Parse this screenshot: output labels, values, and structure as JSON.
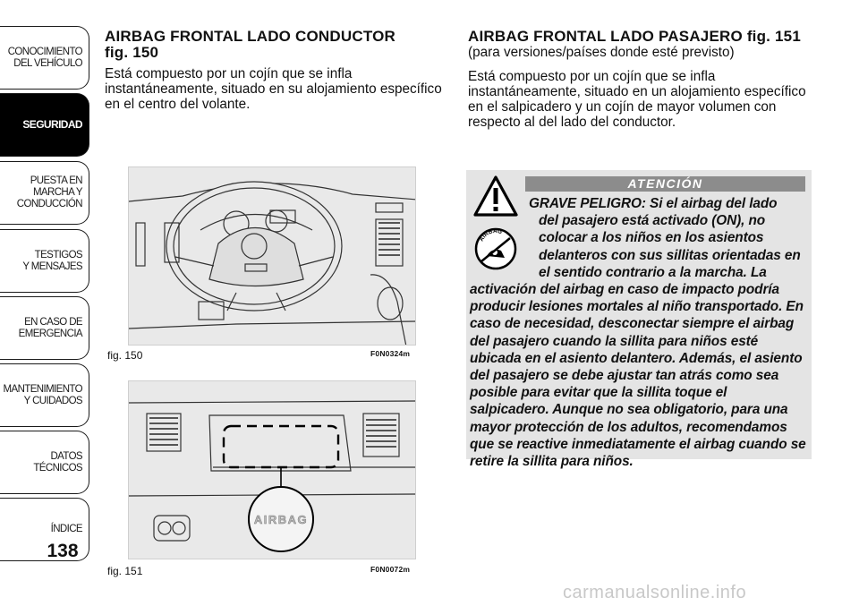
{
  "sidebar": {
    "tabs": [
      {
        "label": "CONOCIMIENTO\nDEL VEHÍCULO",
        "active": false
      },
      {
        "label": "SEGURIDAD",
        "active": true
      },
      {
        "label": "PUESTA EN\nMARCHA Y\nCONDUCCIÓN",
        "active": false
      },
      {
        "label": "TESTIGOS\nY MENSAJES",
        "active": false
      },
      {
        "label": "EN CASO DE\nEMERGENCIA",
        "active": false
      },
      {
        "label": "MANTENIMIENTO\nY CUIDADOS",
        "active": false
      },
      {
        "label": "DATOS\nTÉCNICOS",
        "active": false
      },
      {
        "label": "ÍNDICE",
        "active": false
      }
    ],
    "page_number": "138"
  },
  "left": {
    "heading_line1": "AIRBAG FRONTAL LADO CONDUCTOR",
    "heading_line2": "fig. 150",
    "body": "Está compuesto por un cojín que se infla instantáneamente, situado en su alojamiento específico en el centro del volante."
  },
  "right": {
    "heading_main": "AIRBAG FRONTAL LADO PASAJERO",
    "heading_ref": " fig. 151",
    "subtitle": "(para versiones/países donde esté previsto)",
    "body": "Está compuesto por un cojín que se infla instantáneamente, situado en un alojamiento específico en el salpicadero y un cojín de mayor volumen con respecto al del lado del conductor."
  },
  "figures": [
    {
      "label": "fig. 150",
      "code": "F0N0324m"
    },
    {
      "label": "fig. 151",
      "code": "F0N0072m",
      "airbag_text": "AIRBAG"
    }
  ],
  "warning": {
    "title": "ATENCIÓN",
    "icon_text": "AIRBAG",
    "lines": [
      "GRAVE PELIGRO: Si el airbag del lado",
      "del pasajero está activado (ON), no",
      "colocar a los niños en los asientos",
      "delanteros con sus sillitas orientadas en",
      "el sentido contrario a la marcha. La"
    ],
    "rest": "activación del airbag en caso de impacto podría producir lesiones mortales al niño transportado. En caso de necesidad, desconectar siempre el airbag del pasajero cuando la sillita para niños esté ubicada en el asiento delantero. Además, el asiento del pasajero se debe ajustar tan atrás como sea posible para evitar que la sillita toque el salpicadero. Aunque no sea obligatorio, para una mayor protección de los adultos, recomendamos que se reactive inmediatamente el airbag cuando se retire la sillita para niños."
  },
  "footer": {
    "watermark": "carmanualsonline.info"
  },
  "colors": {
    "tab_active_bg": "#000000",
    "warning_bg": "#e4e4e4",
    "warning_header_bg": "#8c8c8c",
    "figure_bg": "#e9e9e9"
  }
}
